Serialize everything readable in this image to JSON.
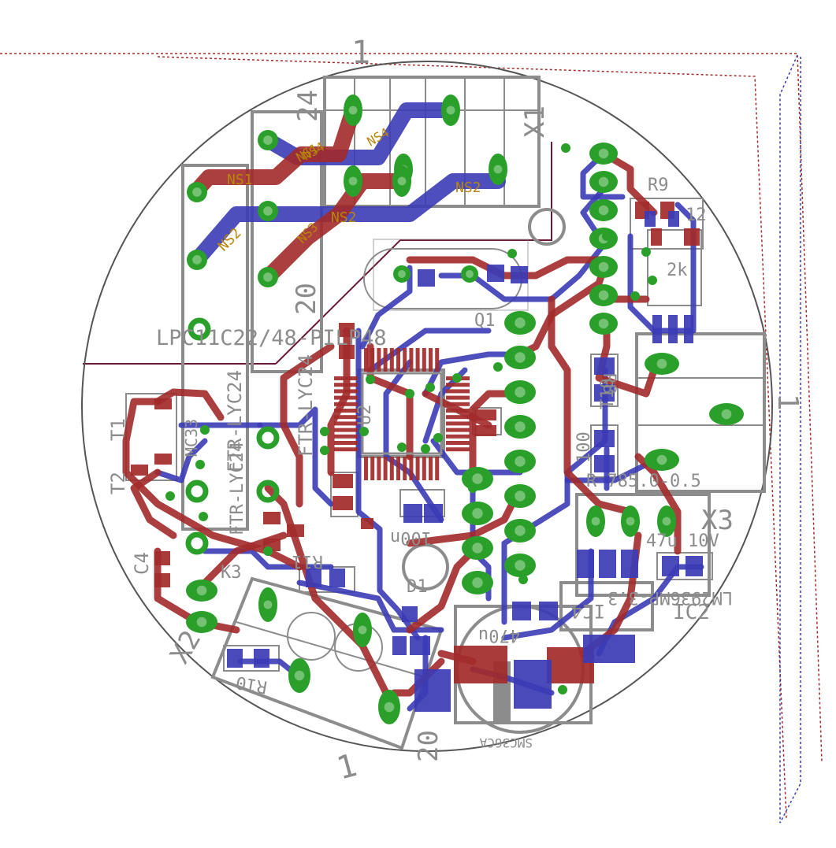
{
  "board": {
    "colors": {
      "top_copper": "#a22a2a",
      "bottom_copper": "#3b3bb5",
      "pads": "#2aa02a",
      "silkscreen": "#8c8c8c",
      "net_label": "#b8860b",
      "background": "#ffffff"
    },
    "labels": {
      "mark_top": "1",
      "mark_right": "1",
      "mark_bottom": "1",
      "x1": "X1",
      "x2": "X2",
      "x3": "X3",
      "conn_20": "20",
      "conn_24": "24",
      "lpc": "LPC11C22/48-PILP48",
      "ftr_a": "FTR-LYC24",
      "ftr_b": "FTR-LYC24",
      "mc33": "MC33",
      "ftr_mid": "FTR-LYC24",
      "u2": "U2",
      "r9": "R9",
      "r12": "12",
      "r2k": "2k",
      "t10": "T10",
      "t1": "T1",
      "t2": "T2",
      "c4": "C4",
      "r8": "R8",
      "r100": "100",
      "r85": "R 785.0-0.5",
      "cap_47u": "47u 10V",
      "lm": "LM2936MP-3.3",
      "ic2": "IC2",
      "ic4": "IC4",
      "d1": "D1",
      "q1": "Q1",
      "r10": "R10",
      "r11": "R11",
      "k3": "K3",
      "n001": "100n",
      "smc": "SMC36CA",
      "cap_470": "470u"
    },
    "nets": {
      "ns1_a": "NS1",
      "ns1_b": "NS1",
      "ns2_a": "NS2",
      "ns2_b": "NS2",
      "ns2_c": "NS2",
      "ns3": "NS3",
      "ns4_a": "NS4",
      "ns4_b": "NS4"
    }
  }
}
